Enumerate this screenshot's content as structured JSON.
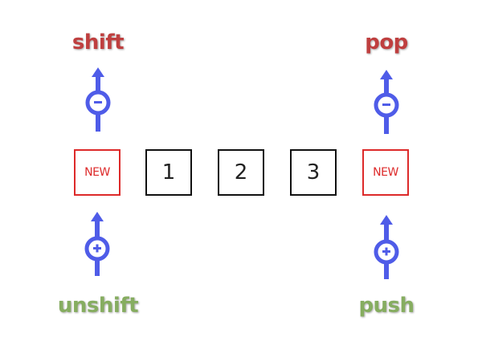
{
  "labels": {
    "shift": "shift",
    "pop": "pop",
    "unshift": "unshift",
    "push": "push"
  },
  "boxes": {
    "left_new": "NEW",
    "item_1": "1",
    "item_2": "2",
    "item_3": "3",
    "right_new": "NEW"
  },
  "icons": {
    "shift_arrow": "minus-up-arrow-icon",
    "pop_arrow": "minus-up-arrow-icon",
    "unshift_arrow": "plus-up-arrow-icon",
    "push_arrow": "plus-up-arrow-icon"
  },
  "colors": {
    "remove_label": "#bf3f3f",
    "add_label": "#86ad60",
    "new_box": "#dd2a2a",
    "item_box": "#111111",
    "arrow": "#4f5ce8"
  }
}
